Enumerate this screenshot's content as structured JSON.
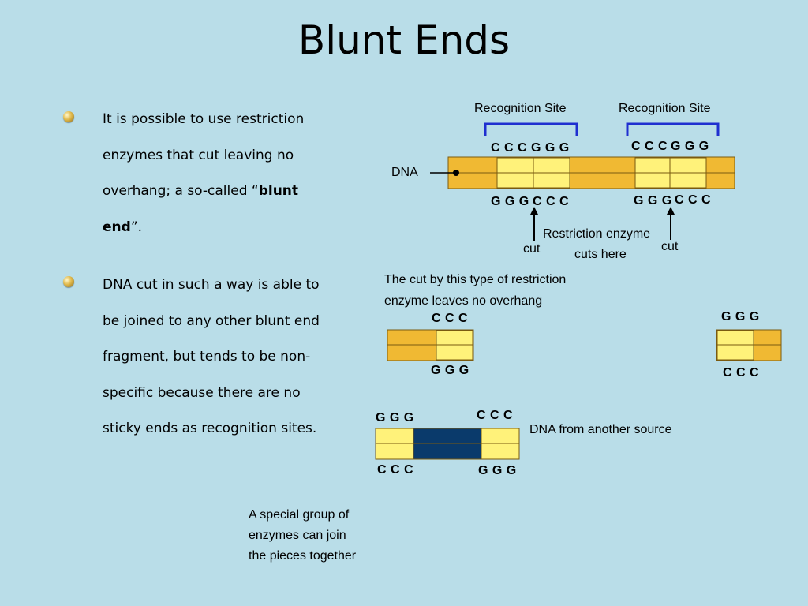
{
  "title": "Blunt Ends",
  "bullets": [
    {
      "text_before": "It is possible to use restriction enzymes that cut leaving no overhang; a so-called “",
      "bold": "blunt end",
      "text_after": "”."
    },
    {
      "text": "DNA cut in such a way is able to be joined to any other blunt end fragment, but tends to be non-specific because there are no sticky ends as recognition sites."
    }
  ],
  "diagram": {
    "recognition_site_1": "Recognition Site",
    "recognition_site_2": "Recognition Site",
    "dna_label": "DNA",
    "top_seq_1_a": "C C C",
    "top_seq_1_b": "G G G",
    "top_seq_2_a": "C C C",
    "top_seq_2_b": "G G G",
    "bottom_seq_1_a": "G G G",
    "bottom_seq_1_b": "C C C",
    "bottom_seq_2_a": "G G G",
    "bottom_seq_2_b": "C C C",
    "restriction_enzyme_line1": "Restriction enzyme",
    "restriction_enzyme_line2": "cuts here",
    "cut_label_1": "cut",
    "cut_label_2": "cut",
    "no_overhang_line1": "The cut by this type of restriction",
    "no_overhang_line2": "enzyme leaves no overhang",
    "frag1_top": "C C C",
    "frag1_bottom": "G G G",
    "frag2_top": "G G G",
    "frag2_bottom": "C C C",
    "other_top_left": "G G G",
    "other_top_right": "C C C",
    "other_bottom_left": "C C C",
    "other_bottom_right": "G G G",
    "other_source_label": "DNA from another source",
    "join_line1": "A special group of",
    "join_line2": "enzymes can join",
    "join_line3": "the pieces together"
  },
  "colors": {
    "background": "#b9dde8",
    "dna_orange": "#f0b933",
    "dna_yellow": "#fff27a",
    "foreign_dna": "#0a3a6b",
    "bracket_blue": "#1f2fd0"
  }
}
